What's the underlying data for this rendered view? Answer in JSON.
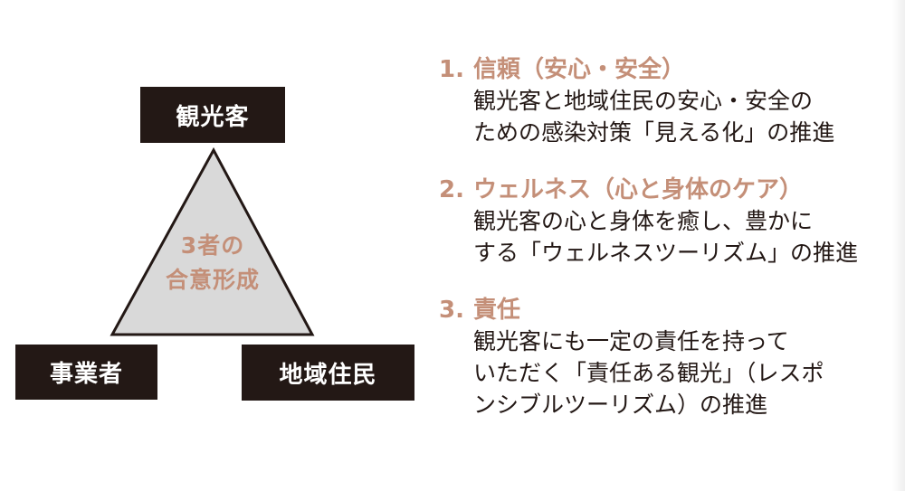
{
  "diagram": {
    "nodes": {
      "visitors": "観光客",
      "business": "事業者",
      "residents": "地域住民"
    },
    "center_label": [
      "3者の",
      "合意形成"
    ]
  },
  "items": [
    {
      "number": "1.",
      "title": "信頼（安心・安全）",
      "lines": [
        "観光客と地域住民の安心・安全の",
        "ための感染対策「見える化」の推進"
      ]
    },
    {
      "number": "2.",
      "title": "ウェルネス（心と身体のケア）",
      "lines": [
        "観光客の心と身体を癒し、豊かに",
        "する「ウェルネスツーリズム」の推進"
      ]
    },
    {
      "number": "3.",
      "title": "責任",
      "lines": [
        "観光客にも一定の責任を持って",
        "いただく「責任ある観光」（レスポ",
        "ンシブルツーリズム）の推進"
      ]
    }
  ],
  "colors": {
    "accent": "#c48f78",
    "dark": "#231815",
    "triangle_fill": "#d9d9d9"
  }
}
